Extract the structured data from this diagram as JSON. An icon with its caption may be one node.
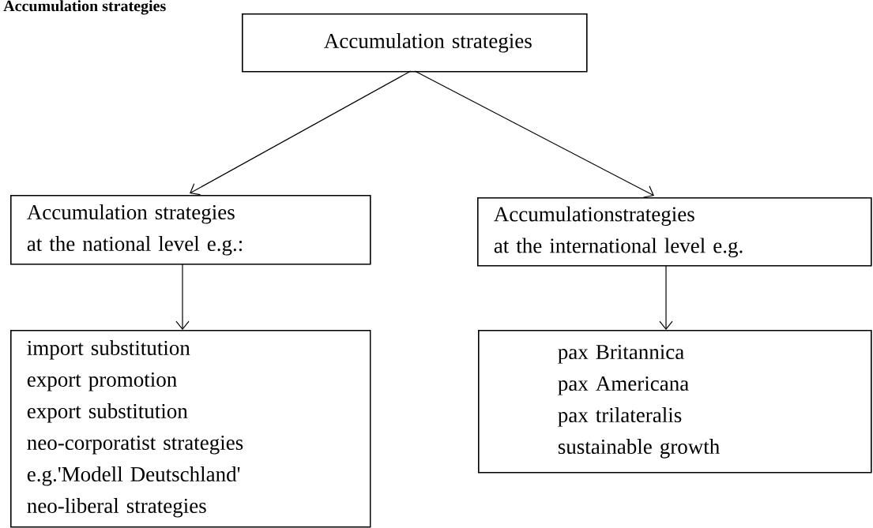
{
  "diagram": {
    "title": "Accumulation strategies",
    "nodes": [
      {
        "text": [
          "Accumulation strategies"
        ]
      },
      {
        "text": [
          "Accumulation strategies",
          "at the national level e.g.:"
        ]
      },
      {
        "text": [
          "Accumulationstrategies",
          "at the international level e.g."
        ]
      },
      {
        "text": [
          "import substitution",
          "export promotion",
          "export substitution",
          "neo-corporatist strategies",
          "e.g.'Modell Deutschland'",
          "neo-liberal strategies"
        ]
      },
      {
        "text": [
          "pax Britannica",
          "pax Americana",
          "pax trilateralis",
          "sustainable growth"
        ]
      }
    ],
    "edges": [
      {
        "from": 0,
        "to": 1,
        "arrow": "to"
      },
      {
        "from": 0,
        "to": 2,
        "arrow": "to"
      },
      {
        "from": 1,
        "to": 3,
        "arrow": "to"
      },
      {
        "from": 2,
        "to": 4,
        "arrow": "to"
      }
    ]
  }
}
